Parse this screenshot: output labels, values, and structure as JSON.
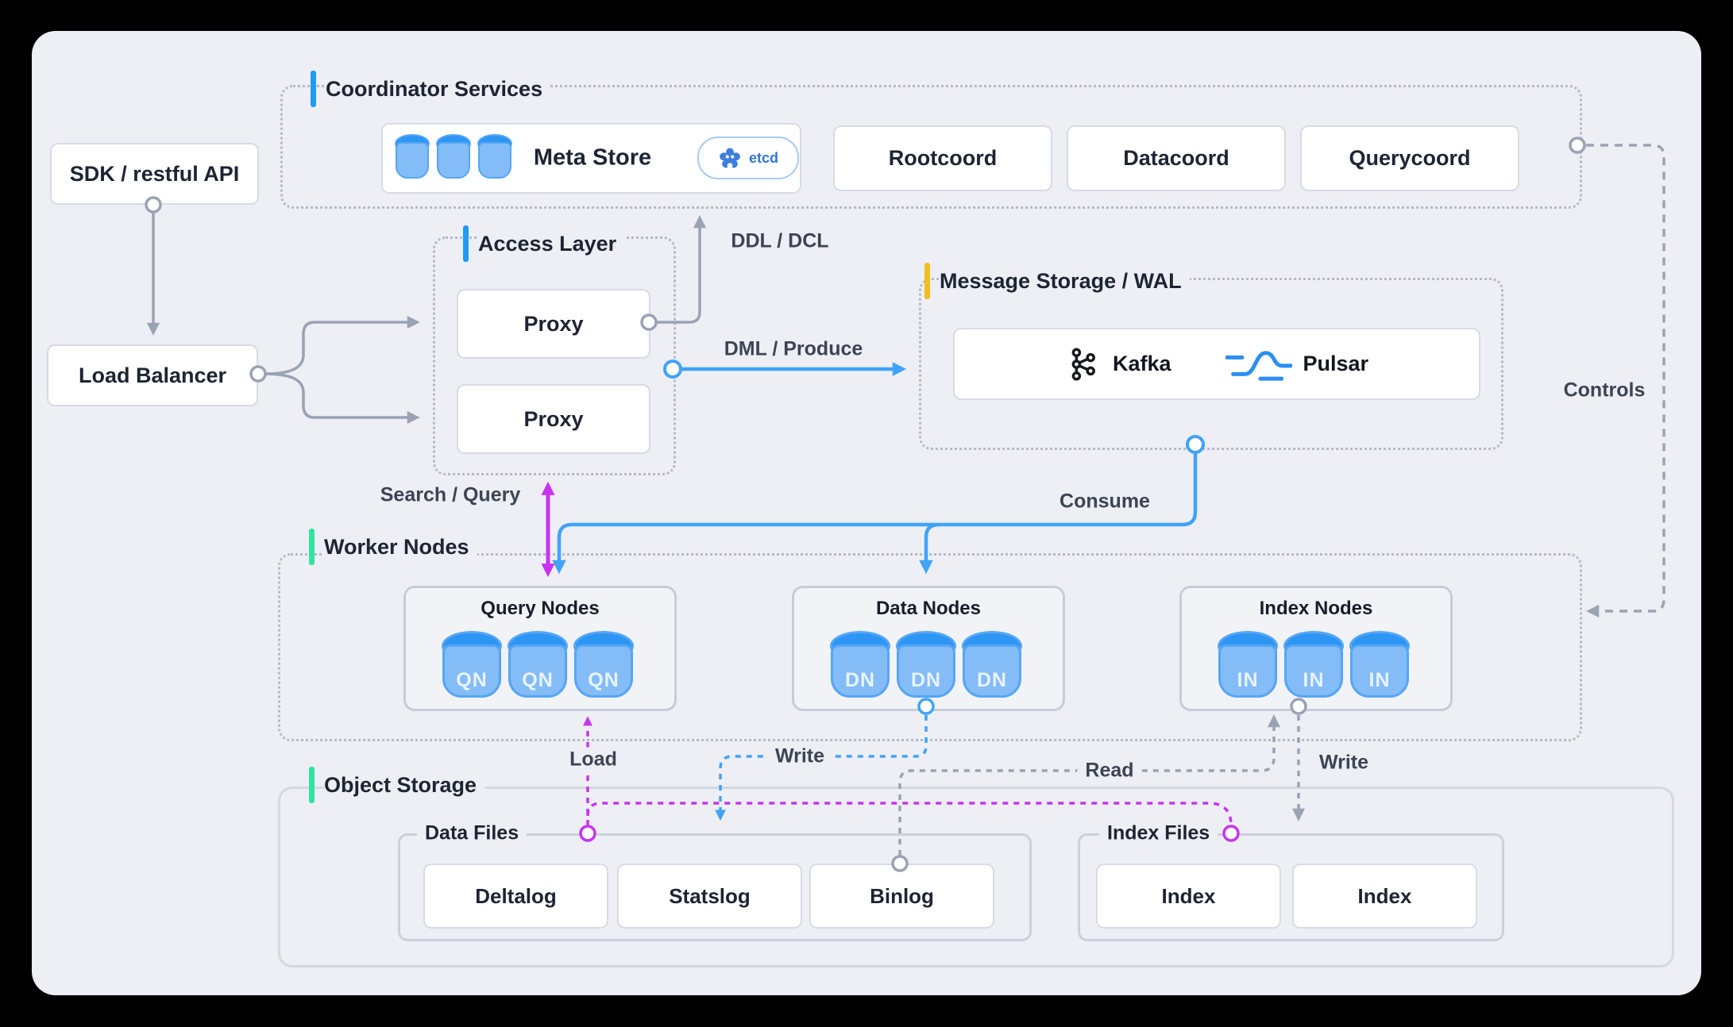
{
  "sections": {
    "coordinator": {
      "title": "Coordinator Services",
      "accent": "#1f9cf4"
    },
    "access": {
      "title": "Access Layer",
      "accent": "#1f9cf4"
    },
    "message": {
      "title": "Message Storage / WAL",
      "accent": "#f2bd1f"
    },
    "worker": {
      "title": "Worker Nodes",
      "accent": "#2fe3a1"
    },
    "storage": {
      "title": "Object Storage",
      "accent": "#2fe3a1"
    }
  },
  "nodes": {
    "sdk": "SDK / restful API",
    "load_balancer": "Load Balancer",
    "meta_store": {
      "label": "Meta Store",
      "badge": "etcd"
    },
    "coordinators": [
      "Rootcoord",
      "Datacoord",
      "Querycoord"
    ],
    "proxies": [
      "Proxy",
      "Proxy"
    ],
    "engines": [
      "Kafka",
      "Pulsar"
    ],
    "query_nodes": {
      "title": "Query Nodes",
      "unit": "QN"
    },
    "data_nodes": {
      "title": "Data Nodes",
      "unit": "DN"
    },
    "index_nodes": {
      "title": "Index Nodes",
      "unit": "IN"
    },
    "data_files": {
      "title": "Data Files",
      "items": [
        "Deltalog",
        "Statslog",
        "Binlog"
      ]
    },
    "index_files": {
      "title": "Index Files",
      "items": [
        "Index",
        "Index"
      ]
    }
  },
  "edges": {
    "ddl": "DDL / DCL",
    "dml": "DML / Produce",
    "search": "Search / Query",
    "consume": "Consume",
    "controls": "Controls",
    "load": "Load",
    "write_data": "Write",
    "read": "Read",
    "write_index": "Write"
  },
  "colors": {
    "canvas": "#edeff4",
    "gray_edge": "#9aa2b4",
    "blue_edge": "#41a3f7",
    "magenta_edge": "#c833f0",
    "accent_blue": "#1f9cf4",
    "accent_yellow": "#f2bd1f",
    "accent_green": "#2fe3a1",
    "cylinder_top": "#2d95f3",
    "cylinder_body": "#84bcf7",
    "kafka_icon": "#17191f",
    "pulsar_icon": "#2a8ef5",
    "etcd_blue": "#3d7fdd"
  }
}
